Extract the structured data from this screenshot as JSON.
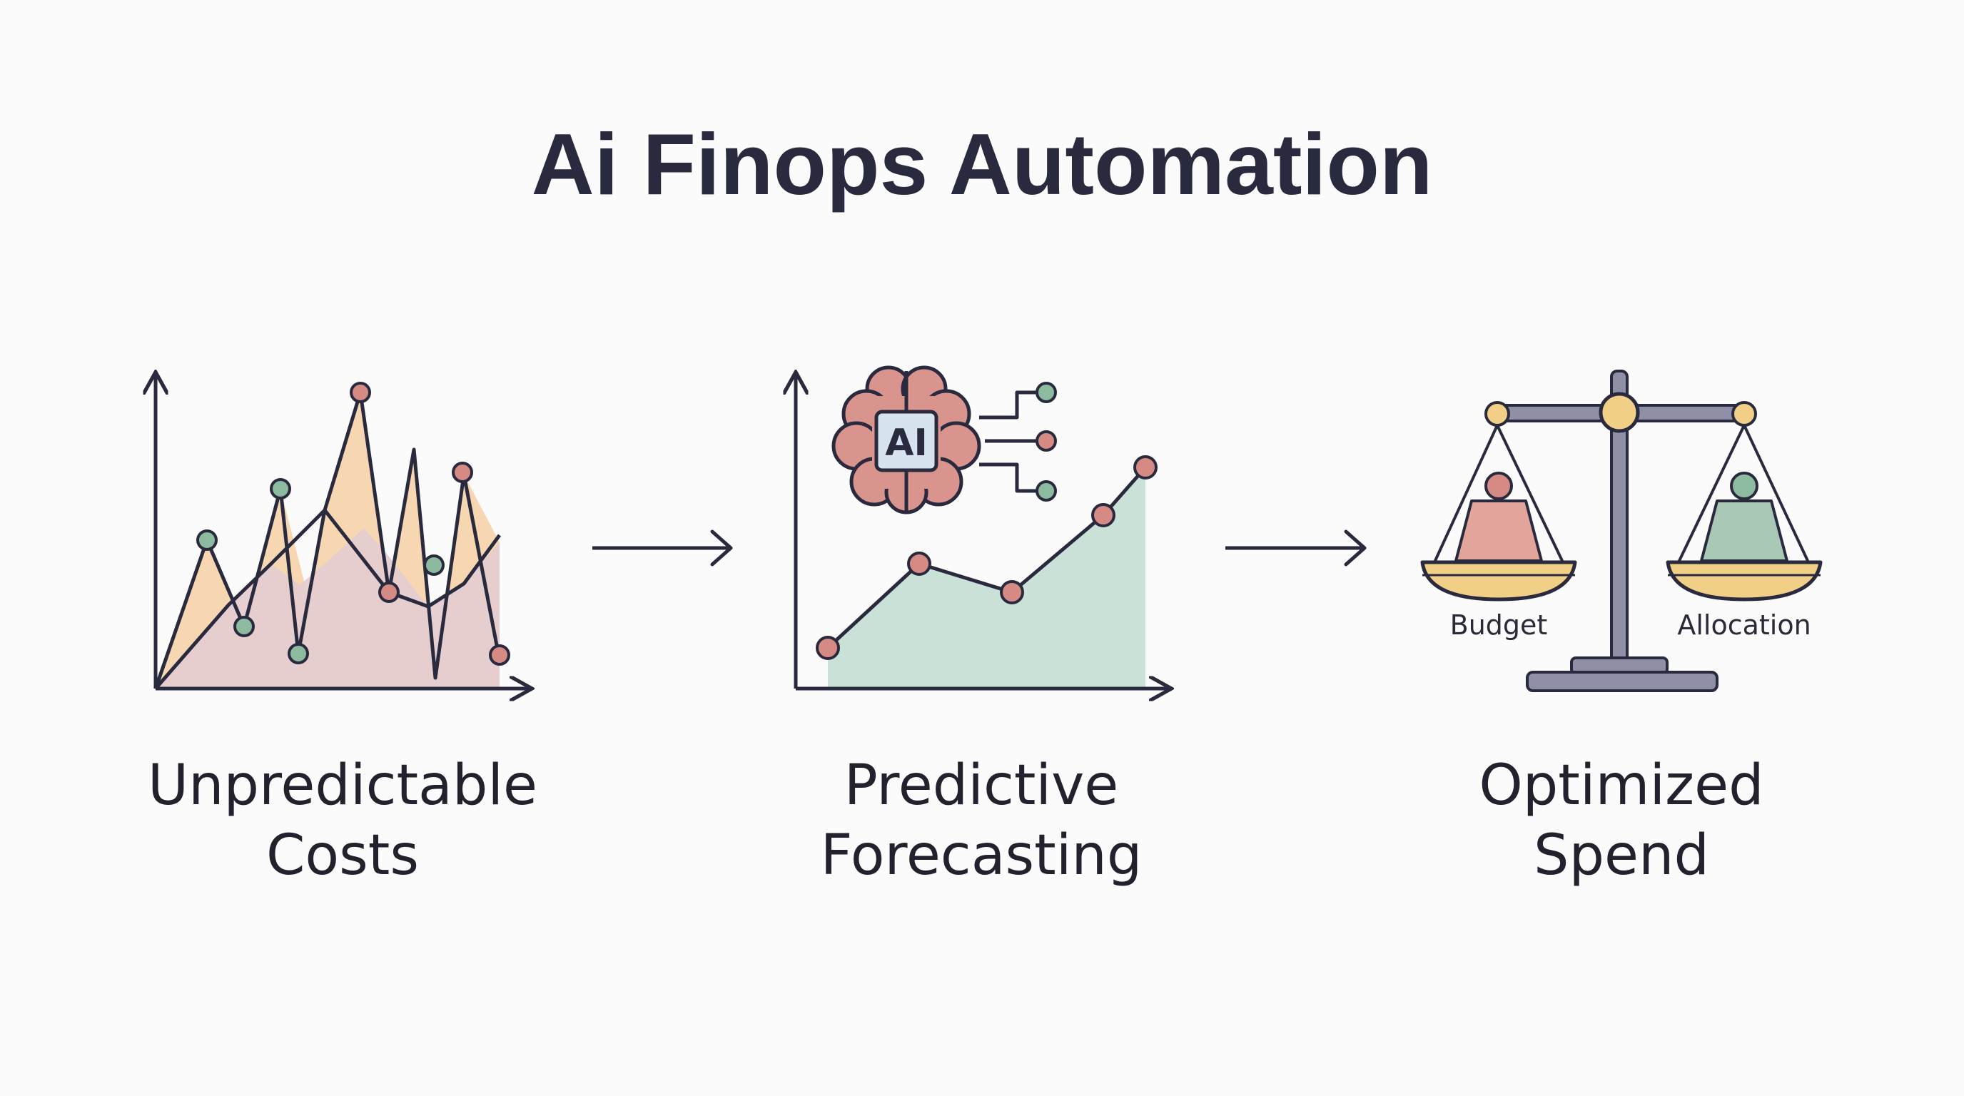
{
  "title": "Ai Finops Automation",
  "steps": [
    {
      "line1": "Unpredictable",
      "line2": "Costs",
      "icon": "volatile-line-chart-icon"
    },
    {
      "line1": "Predictive",
      "line2": "Forecasting",
      "icon": "ai-brain-forecast-chart-icon"
    },
    {
      "line1": "Optimized",
      "line2": "Spend",
      "icon": "balance-scale-icon"
    }
  ],
  "ai_chip_label": "AI",
  "scale": {
    "left_label": "Budget",
    "right_label": "Allocation"
  },
  "colors": {
    "ink": "#2a2a3e",
    "peach": "#f6d7b2",
    "mauve": "#e5cdd1",
    "sage": "#8dbba0",
    "rose": "#d58b84",
    "gold": "#f1cf86",
    "mint_fill": "#c9e1d6",
    "pole": "#8f8fa8"
  }
}
